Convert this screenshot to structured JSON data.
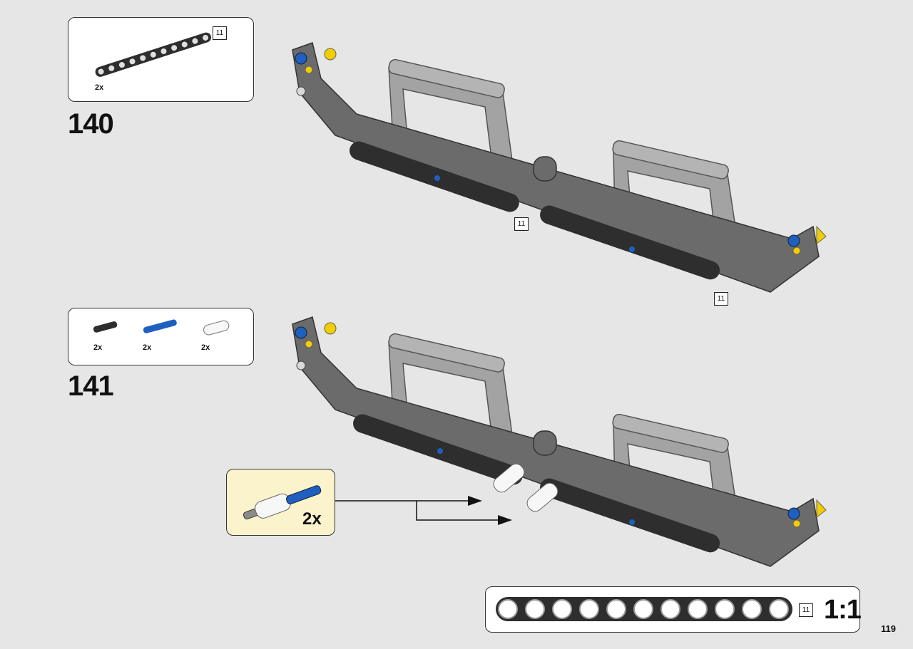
{
  "page_number": "119",
  "colors": {
    "background": "#e6e6e6",
    "callout": "#fbf3cc",
    "dark_grey": "#6b6b6b",
    "light_grey": "#a3a3a3",
    "black": "#2e2e2e",
    "blue": "#1f5fbf",
    "yellow": "#f2cd00"
  },
  "step_140": {
    "number": "140",
    "parts": [
      {
        "icon": "black-beam-11-icon",
        "quantity": "2x",
        "length_label": "11"
      }
    ],
    "length_labels": [
      "11",
      "11"
    ]
  },
  "step_141": {
    "number": "141",
    "parts": [
      {
        "icon": "black-connector-pin-icon",
        "quantity": "2x"
      },
      {
        "icon": "blue-axle-pin-icon",
        "quantity": "2x"
      },
      {
        "icon": "white-bush-icon",
        "quantity": "2x"
      }
    ],
    "callout": {
      "icon": "pin-with-bush-icon",
      "quantity": "2x"
    }
  },
  "scale_bar": {
    "length_label": "11",
    "scale": "1:1",
    "hole_count": 11
  }
}
